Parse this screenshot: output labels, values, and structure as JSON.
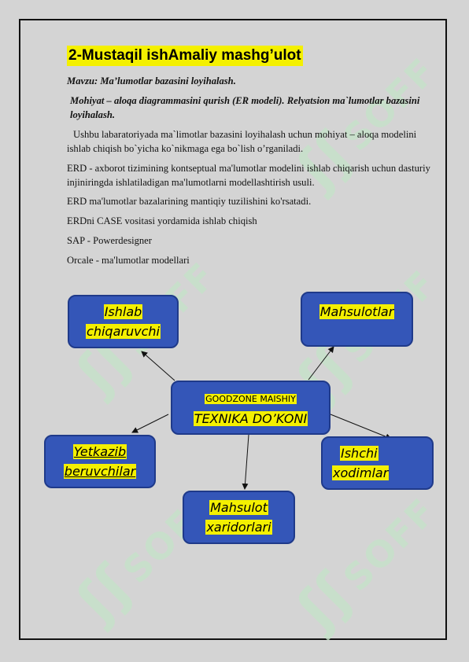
{
  "heading": "2-Mustaqil ishAmaliy mashg’ulot",
  "topic": "Mavzu: Ma’lumotlar bazasini loyihalash.",
  "subtopic": "Mohiyat – aloqa diagrammasini qurish (ER modeli). Relyatsion ma`lumotlar bazasini loyihalash.",
  "paragraphs": [
    "Ushbu labaratoriyada ma`limotlar bazasini loyihalash uchun mohiyat – aloqa modelini ishlab chiqish bo`yicha ko`nikmaga ega bo`lish o’rganiladi.",
    "ERD - axborot tizimining kontseptual ma'lumotlar modelini ishlab chiqarish uchun dasturiy injiniringda ishlatiladigan ma'lumotlarni modellashtirish usuli.",
    "ERD ma'lumotlar bazalarining mantiqiy tuzilishini ko'rsatadi.",
    "ERDni CASE vositasi yordamida ishlab chiqish",
    "SAP  - Powerdesigner",
    "Orcale  - ma'lumotlar modellari"
  ],
  "diagram": {
    "center": {
      "line1": "GOODZONE  MAISHIY",
      "line2": "TEXNIKA  DO’KONI"
    },
    "producer": {
      "line1": "Ishlab",
      "line2": "chiqaruvchi"
    },
    "products": {
      "line1": "Mahsulotlar"
    },
    "suppliers": {
      "line1": "Yetkazib",
      "line2": "beruvchilar"
    },
    "staff": {
      "line1": "Ishchi",
      "line2": "xodimlar"
    },
    "buyers": {
      "line1": "Mahsulot",
      "line2": "xaridorlari"
    },
    "box_color": "#3456b8",
    "highlight_color": "#f4f000"
  },
  "watermark": {
    "mark": "ʃʃ",
    "text": "SOFF"
  }
}
